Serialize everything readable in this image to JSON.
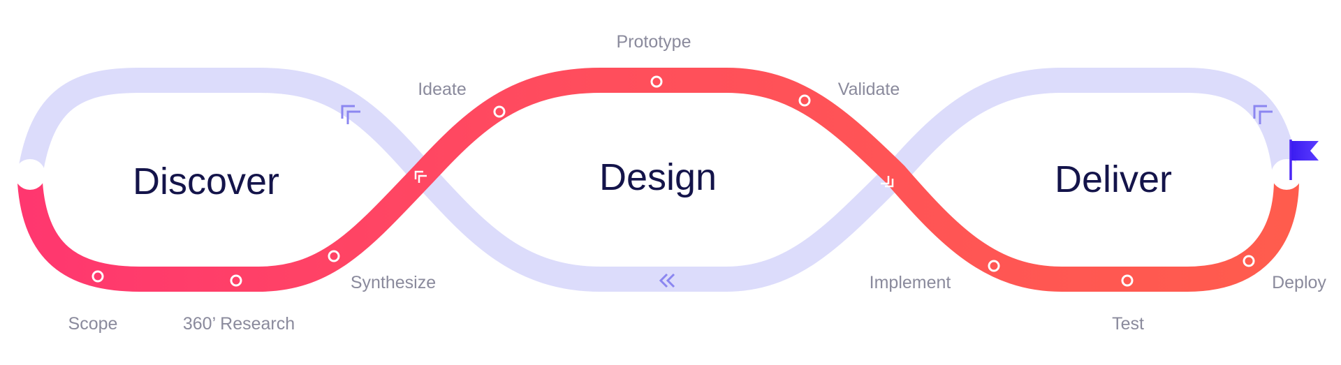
{
  "stages": {
    "discover": "Discover",
    "design": "Design",
    "deliver": "Deliver"
  },
  "steps": {
    "prototype": "Prototype",
    "ideate": "Ideate",
    "validate": "Validate",
    "synthesize": "Synthesize",
    "implement": "Implement",
    "deploy": "Deploy",
    "scope": "Scope",
    "research": "360’ Research",
    "test": "Test"
  },
  "colors": {
    "track_inactive": "#dcdcfb",
    "track_start": "#ff3670",
    "track_end": "#ff5d4c",
    "stage_text": "#14144a",
    "step_text": "#8a8a9c",
    "flag": "#4b26f5"
  },
  "icons": [
    "flag-icon",
    "double-chevron-left-icon",
    "corner-chevron-icon"
  ]
}
